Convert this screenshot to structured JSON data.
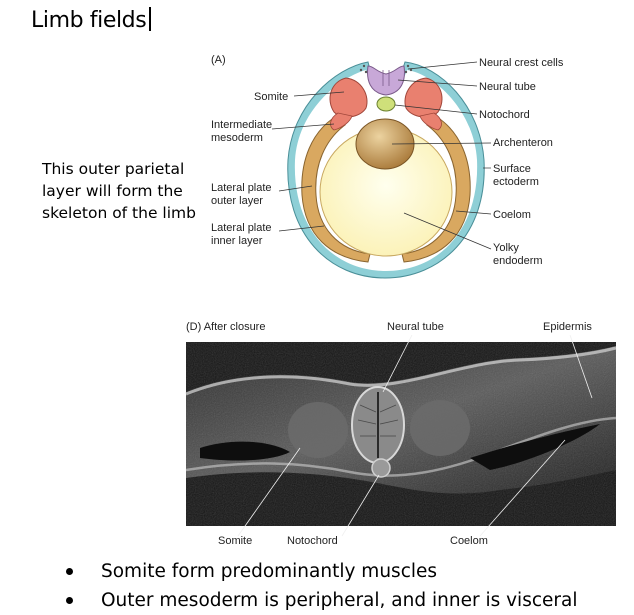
{
  "page": {
    "title": "Limb fields"
  },
  "note_lines": [
    "This outer parietal",
    "layer will form the",
    "skeleton of the limb"
  ],
  "panel_a": {
    "panel_label": "(A)",
    "labels": {
      "somite": "Somite",
      "intermediate_1": "Intermediate",
      "intermediate_2": "mesoderm",
      "lateral_outer_1": "Lateral plate",
      "lateral_outer_2": "outer layer",
      "lateral_inner_1": "Lateral plate",
      "lateral_inner_2": "inner layer",
      "neural_crest": "Neural crest cells",
      "neural_tube": "Neural tube",
      "notochord": "Notochord",
      "archenteron": "Archenteron",
      "surface_1": "Surface",
      "surface_2": "ectoderm",
      "coelom": "Coelom",
      "yolky_1": "Yolky",
      "yolky_2": "endoderm"
    },
    "colors": {
      "ectoderm": "#8ecfd6",
      "outer_fill": "#ffffff",
      "mesoderm": "#d9a860",
      "somite": "#e9806f",
      "neural_tube": "#c8a8d8",
      "notochord": "#cfe07a",
      "yolk": "#fff8cc",
      "archenteron": "#c89a58"
    }
  },
  "panel_d": {
    "panel_label": "(D)  After closure",
    "top_labels": {
      "neural_tube": "Neural tube",
      "epidermis": "Epidermis"
    },
    "bottom_labels": {
      "somite": "Somite",
      "notochord": "Notochord",
      "coelom": "Coelom"
    }
  },
  "bullets": [
    "Somite form predominantly muscles",
    "Outer mesoderm is peripheral, and inner is visceral"
  ]
}
